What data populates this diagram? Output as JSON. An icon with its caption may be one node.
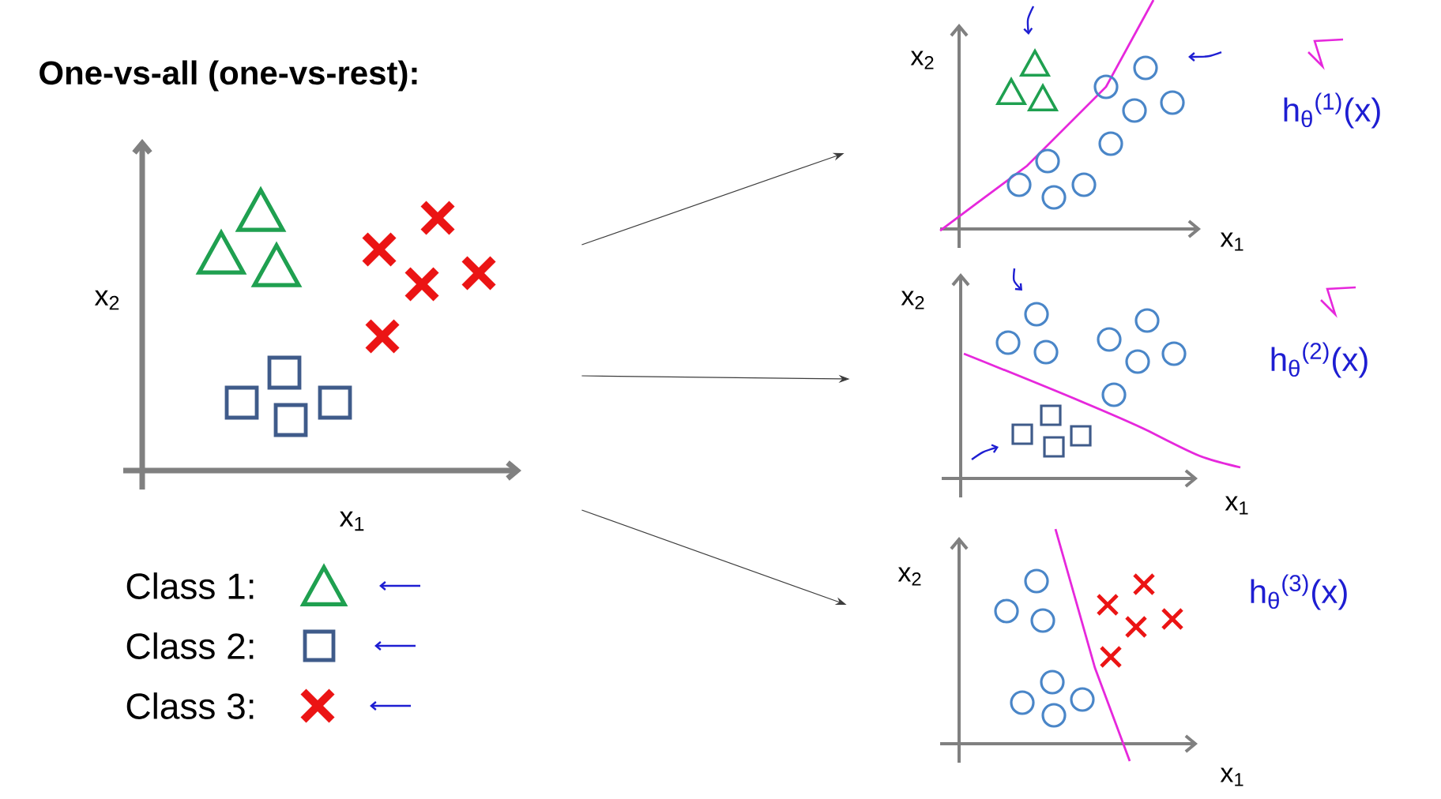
{
  "diagram": {
    "title": "One-vs-all (one-vs-rest):",
    "nodes": [
      {
        "text": [],
        "shape": "picture",
        "beside": [
          "x$_{2}$",
          "x$_{1}$"
        ]
      },
      {
        "text": [],
        "shape": "picture",
        "beside": [
          "x$_{2}$",
          "x$_{1}$",
          "h$_{θ}$$^{(1)}$(x)"
        ]
      },
      {
        "text": [],
        "shape": "picture",
        "beside": [
          "x$_{2}$",
          "x$_{1}$",
          "h$_{θ}$$^{(2)}$(x)"
        ]
      },
      {
        "text": [],
        "shape": "picture",
        "beside": [
          "x$_{2}$",
          "x$_{1}$",
          "h$_{θ}$$^{(3)}$(x)"
        ]
      }
    ],
    "edges": [
      {
        "from": 0,
        "to": 1,
        "arrow": "to"
      },
      {
        "from": 0,
        "to": 2,
        "arrow": "to"
      },
      {
        "from": 0,
        "to": 3,
        "arrow": "to"
      }
    ],
    "legend": [
      {
        "text": "Class 1:"
      },
      {
        "text": "Class 2:"
      },
      {
        "text": "Class 3:"
      }
    ]
  }
}
